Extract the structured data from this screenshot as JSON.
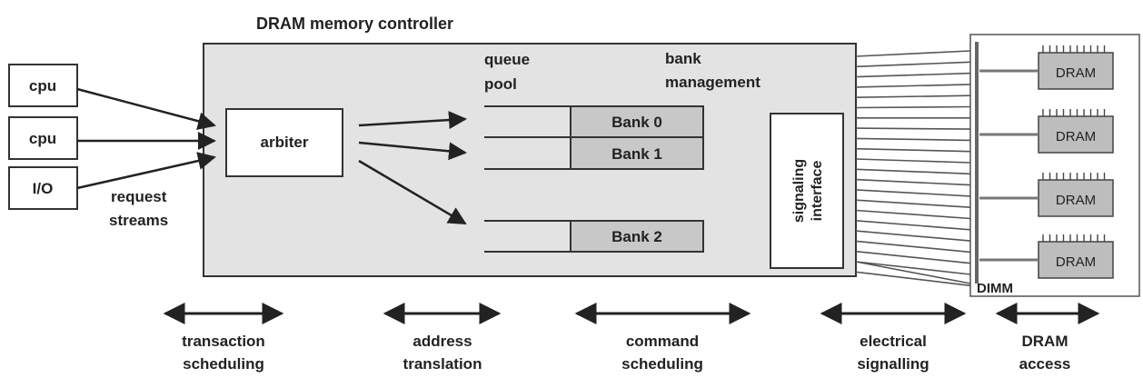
{
  "title": "DRAM memory controller",
  "sources": [
    {
      "label": "cpu"
    },
    {
      "label": "cpu"
    },
    {
      "label": "I/O"
    }
  ],
  "request_streams": [
    "request",
    "streams"
  ],
  "arbiter": "arbiter",
  "queue_pool": [
    "queue",
    "pool"
  ],
  "bank_management": [
    "bank",
    "management"
  ],
  "banks": [
    "Bank 0",
    "Bank 1",
    "Bank 2"
  ],
  "signaling_interface": [
    "signaling",
    "interface"
  ],
  "dram_chips": [
    "DRAM",
    "DRAM",
    "DRAM",
    "DRAM"
  ],
  "dimm": "DIMM",
  "stages": [
    {
      "lines": [
        "transaction",
        "scheduling"
      ]
    },
    {
      "lines": [
        "address",
        "translation"
      ]
    },
    {
      "lines": [
        "command",
        "scheduling"
      ]
    },
    {
      "lines": [
        "electrical",
        "signalling"
      ]
    },
    {
      "lines": [
        "DRAM",
        "access"
      ]
    }
  ],
  "colors": {
    "controller_fill": "#e3e3e3",
    "bank_fill": "#c8c8c8",
    "dram_fill": "#bdbdbd",
    "stroke": "#333333"
  }
}
